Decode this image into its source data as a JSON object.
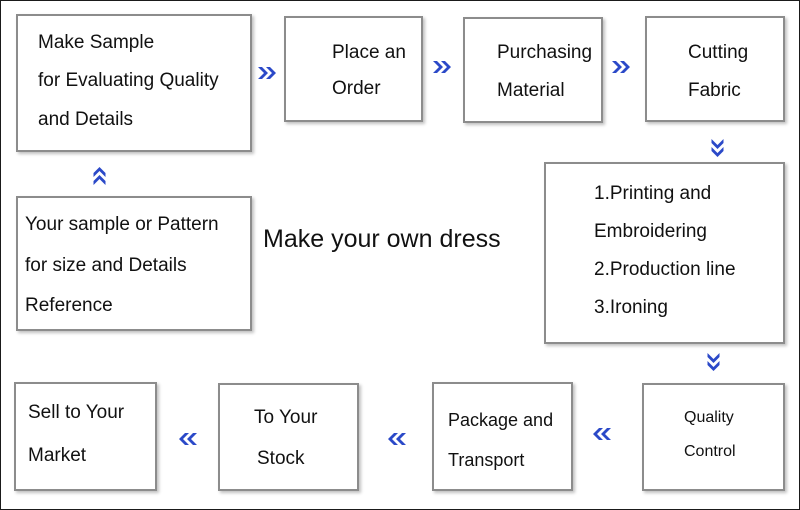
{
  "title": "Make your own dress",
  "steps": {
    "make_sample": [
      "Make Sample",
      "for Evaluating Quality",
      "and Details"
    ],
    "place_order": [
      "Place an",
      "Order"
    ],
    "purchasing": [
      "Purchasing",
      "Material"
    ],
    "cutting": [
      "Cutting",
      "Fabric"
    ],
    "production": [
      "1.Printing and",
      "Embroidering",
      "2.Production line",
      "3.Ironing"
    ],
    "quality": [
      "Quality",
      "Control"
    ],
    "package": [
      "Package and",
      "Transport"
    ],
    "stock": [
      "To Your",
      "Stock"
    ],
    "sell": [
      "Sell to Your",
      "Market"
    ],
    "your_sample": [
      "Your sample or Pattern",
      "for size and Details",
      "Reference"
    ]
  },
  "colors": {
    "arrow": "#2b49c8",
    "box_border": "#8c8c8c"
  }
}
